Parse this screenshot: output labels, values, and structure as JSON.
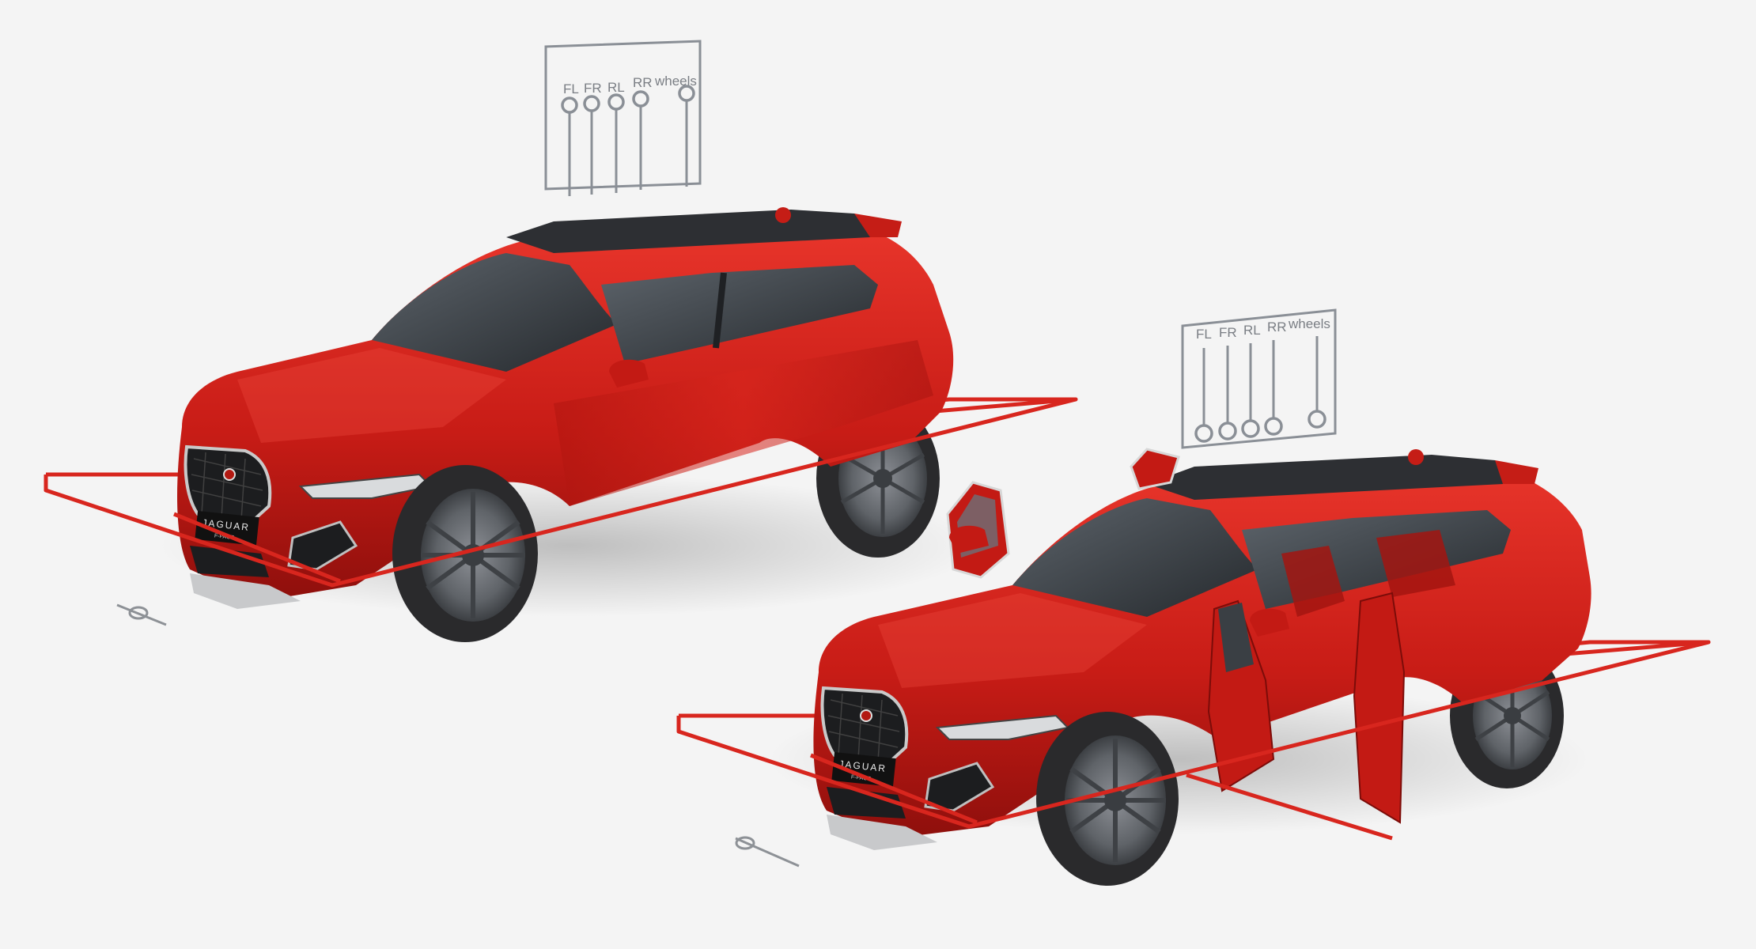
{
  "controls": {
    "left": {
      "labels": [
        "FL",
        "FR",
        "RL",
        "RR",
        "wheels"
      ]
    },
    "right": {
      "labels": [
        "FL",
        "FR",
        "RL",
        "RR",
        "wheels"
      ]
    }
  },
  "badges": {
    "left": {
      "brand": "JAGUAR",
      "model": "F-PACE"
    },
    "right": {
      "brand": "JAGUAR",
      "model": "F-PACE"
    }
  },
  "colors": {
    "body_paint": "#d6231c",
    "body_shadow": "#8e0f0c",
    "glass": "#3a3f44",
    "tire": "#2a2a2c",
    "rim": "#6a6d72",
    "rig_wire": "#d8261e",
    "control_panel": "#8a8f96",
    "background": "#f4f4f4"
  },
  "icons": [
    "rig-pin-icon",
    "wheel-ring-icon"
  ]
}
